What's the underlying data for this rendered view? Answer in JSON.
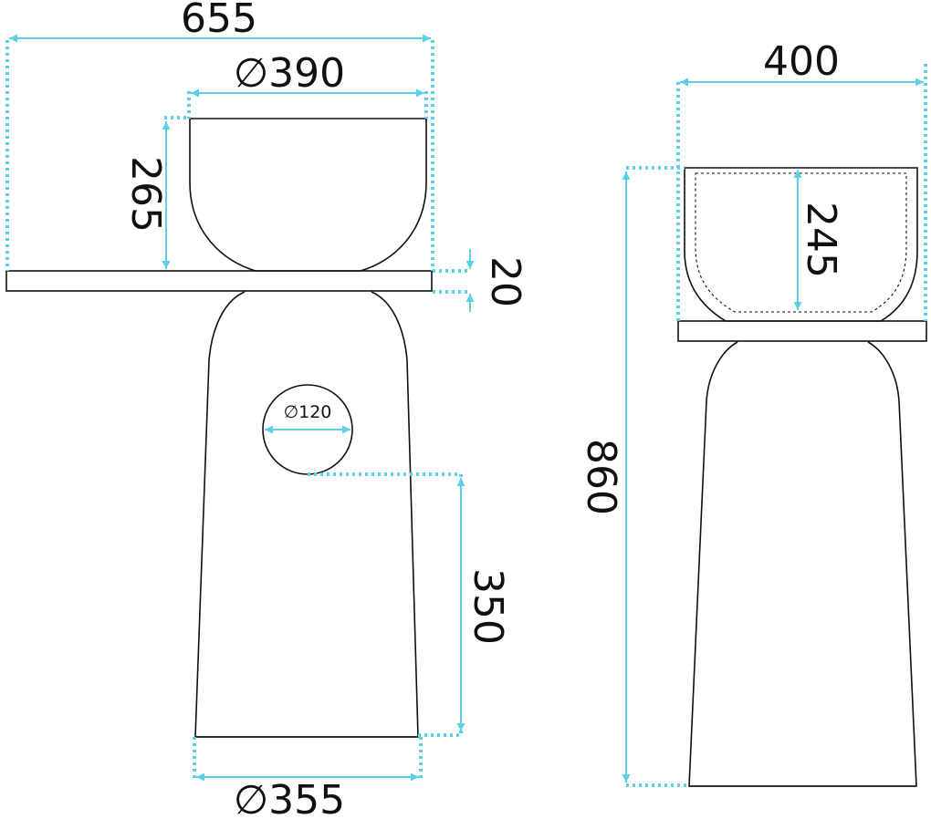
{
  "colors": {
    "dimension": "#5bd0e6",
    "outline": "#111111",
    "background": "#ffffff"
  },
  "front_view": {
    "overall_width": "655",
    "bowl_diameter": "∅390",
    "bowl_height": "265",
    "slab_thickness": "20",
    "drain_hole": "∅120",
    "drain_height": "350",
    "base_diameter": "∅355"
  },
  "side_view": {
    "depth": "400",
    "inner_depth": "245",
    "total_height": "860"
  }
}
